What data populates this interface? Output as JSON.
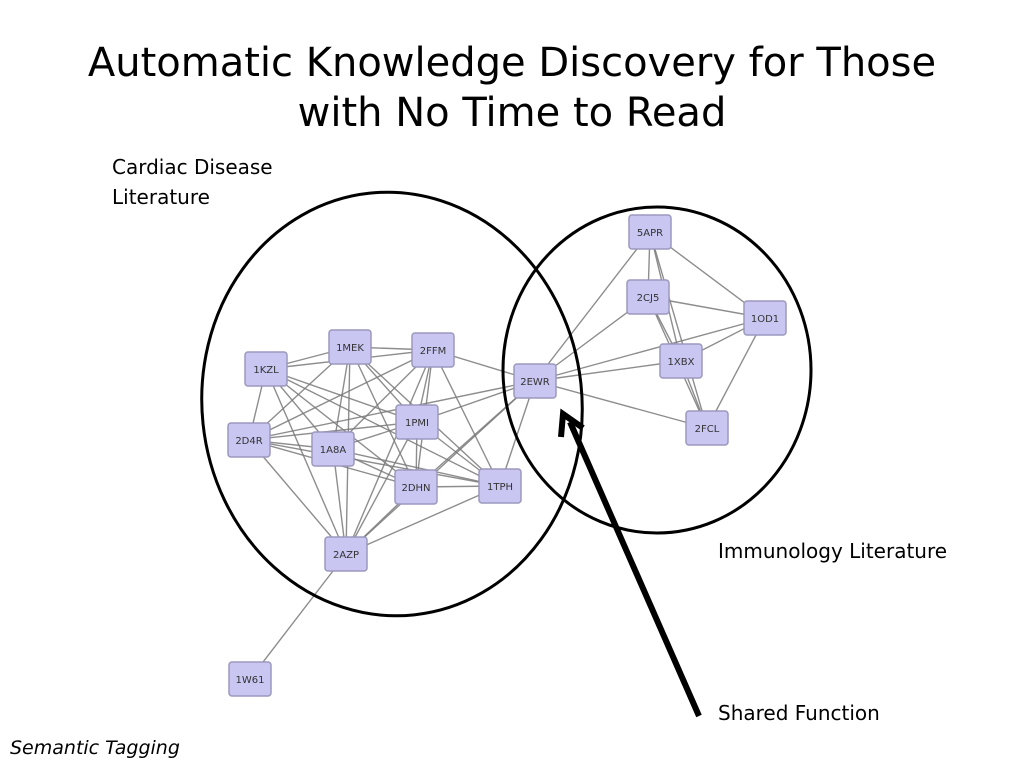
{
  "slide": {
    "title_line1": "Automatic Knowledge Discovery for Those",
    "title_line2": "with No Time to Read",
    "cardiac_label_line1": "Cardiac Disease",
    "cardiac_label_line2": "Literature",
    "immunology_label": "Immunology Literature",
    "shared_label": "Shared Function",
    "footer_label": "Semantic Tagging"
  },
  "network": {
    "nodes": [
      "1KZL",
      "1MEK",
      "2FFM",
      "2D4R",
      "1A8A",
      "1PMI",
      "2DHN",
      "1TPH",
      "2AZP",
      "1W61",
      "2EWR",
      "5APR",
      "2CJ5",
      "1OD1",
      "1XBX",
      "2FCL"
    ],
    "edges": [
      [
        "1KZL",
        "1MEK"
      ],
      [
        "1KZL",
        "2FFM"
      ],
      [
        "1KZL",
        "2D4R"
      ],
      [
        "1KZL",
        "1A8A"
      ],
      [
        "1KZL",
        "1PMI"
      ],
      [
        "1KZL",
        "2DHN"
      ],
      [
        "1KZL",
        "1TPH"
      ],
      [
        "1KZL",
        "2AZP"
      ],
      [
        "1MEK",
        "2FFM"
      ],
      [
        "1MEK",
        "2D4R"
      ],
      [
        "1MEK",
        "1A8A"
      ],
      [
        "1MEK",
        "1PMI"
      ],
      [
        "1MEK",
        "2DHN"
      ],
      [
        "1MEK",
        "1TPH"
      ],
      [
        "1MEK",
        "2AZP"
      ],
      [
        "2FFM",
        "2D4R"
      ],
      [
        "2FFM",
        "1A8A"
      ],
      [
        "2FFM",
        "1PMI"
      ],
      [
        "2FFM",
        "2DHN"
      ],
      [
        "2FFM",
        "1TPH"
      ],
      [
        "2FFM",
        "2AZP"
      ],
      [
        "2FFM",
        "2EWR"
      ],
      [
        "2D4R",
        "1A8A"
      ],
      [
        "2D4R",
        "1PMI"
      ],
      [
        "2D4R",
        "2DHN"
      ],
      [
        "2D4R",
        "1TPH"
      ],
      [
        "2D4R",
        "2AZP"
      ],
      [
        "2D4R",
        "2EWR"
      ],
      [
        "1A8A",
        "1PMI"
      ],
      [
        "1A8A",
        "2DHN"
      ],
      [
        "1A8A",
        "1TPH"
      ],
      [
        "1A8A",
        "2AZP"
      ],
      [
        "1PMI",
        "2DHN"
      ],
      [
        "1PMI",
        "1TPH"
      ],
      [
        "1PMI",
        "2AZP"
      ],
      [
        "1PMI",
        "2EWR"
      ],
      [
        "2DHN",
        "1TPH"
      ],
      [
        "2DHN",
        "2AZP"
      ],
      [
        "2DHN",
        "2EWR"
      ],
      [
        "1TPH",
        "2AZP"
      ],
      [
        "1TPH",
        "2EWR"
      ],
      [
        "2AZP",
        "1W61"
      ],
      [
        "2AZP",
        "2EWR"
      ],
      [
        "2EWR",
        "5APR"
      ],
      [
        "2EWR",
        "2CJ5"
      ],
      [
        "2EWR",
        "1OD1"
      ],
      [
        "2EWR",
        "1XBX"
      ],
      [
        "2EWR",
        "2FCL"
      ],
      [
        "5APR",
        "2CJ5"
      ],
      [
        "5APR",
        "1OD1"
      ],
      [
        "5APR",
        "1XBX"
      ],
      [
        "5APR",
        "2FCL"
      ],
      [
        "2CJ5",
        "1OD1"
      ],
      [
        "2CJ5",
        "1XBX"
      ],
      [
        "2CJ5",
        "2FCL"
      ],
      [
        "1OD1",
        "1XBX"
      ],
      [
        "1OD1",
        "2FCL"
      ],
      [
        "1XBX",
        "2FCL"
      ]
    ]
  }
}
